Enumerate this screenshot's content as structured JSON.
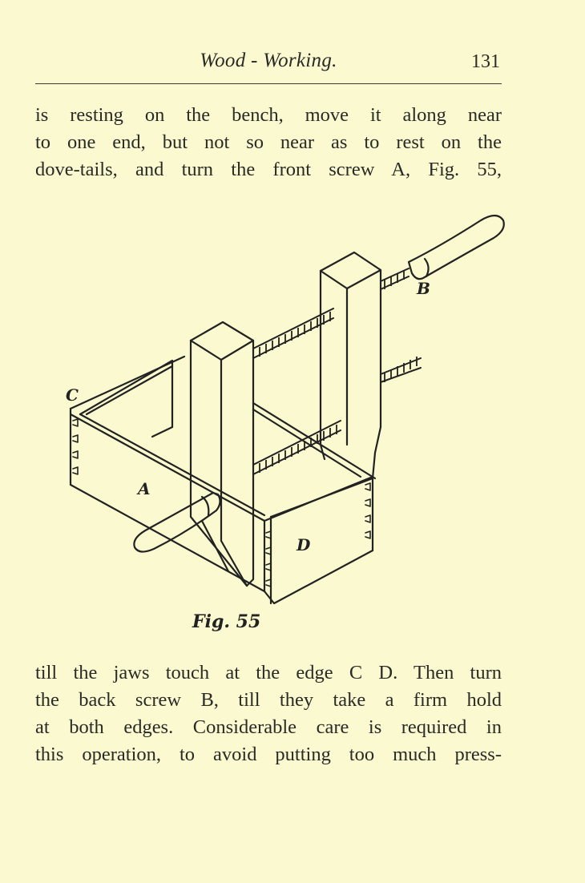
{
  "header": {
    "running_title": "Wood - Working.",
    "page_number": "131"
  },
  "paragraph_top": {
    "lines": [
      "is resting on the bench, move it along near",
      "to one end, but not so near as to rest on the",
      "dove-tails, and turn the front screw A, Fig. 55,"
    ]
  },
  "figure": {
    "caption": "Fig. 55",
    "labels": {
      "a": "A",
      "b": "B",
      "c": "C",
      "d": "D"
    }
  },
  "paragraph_bottom": {
    "lines": [
      "till the jaws touch at the edge C D. Then turn",
      "the back screw B, till they take a firm hold",
      "at both edges. Considerable care is required in",
      "this operation, to avoid putting too much press-"
    ]
  }
}
